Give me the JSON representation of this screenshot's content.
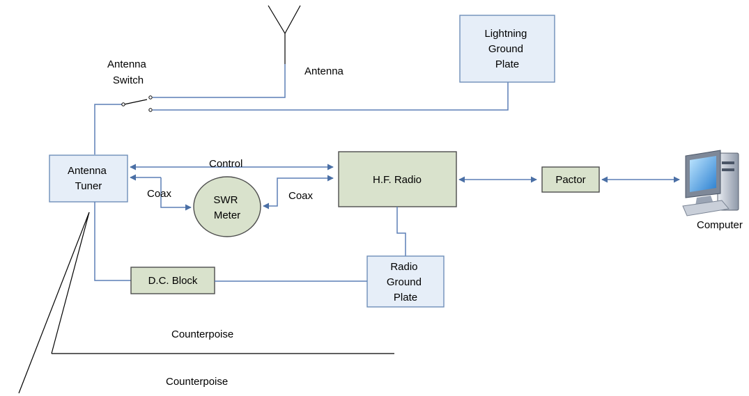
{
  "colors": {
    "wire": "#5b7fb5",
    "box_blue_fill": "#e6eef8",
    "box_blue_stroke": "#6e8eb8",
    "box_green_fill": "#d9e2cc",
    "box_green_stroke": "#4d4d4d"
  },
  "icons": {
    "antenna": "antenna-icon",
    "computer": "computer-icon"
  },
  "labels": {
    "antenna": "Antenna",
    "antenna_switch": [
      "Antenna",
      "Switch"
    ],
    "lightning_ground_plate": [
      "Lightning",
      "Ground",
      "Plate"
    ],
    "antenna_tuner": [
      "Antenna",
      "Tuner"
    ],
    "control": "Control",
    "hf_radio": "H.F. Radio",
    "pactor": "Pactor",
    "computer": "Computer",
    "coax_left": "Coax",
    "coax_right": "Coax",
    "swr_meter": [
      "SWR",
      "Meter"
    ],
    "dc_block": "D.C. Block",
    "radio_ground_plate": [
      "Radio",
      "Ground",
      "Plate"
    ],
    "counterpoise_1": "Counterpoise",
    "counterpoise_2": "Counterpoise"
  }
}
